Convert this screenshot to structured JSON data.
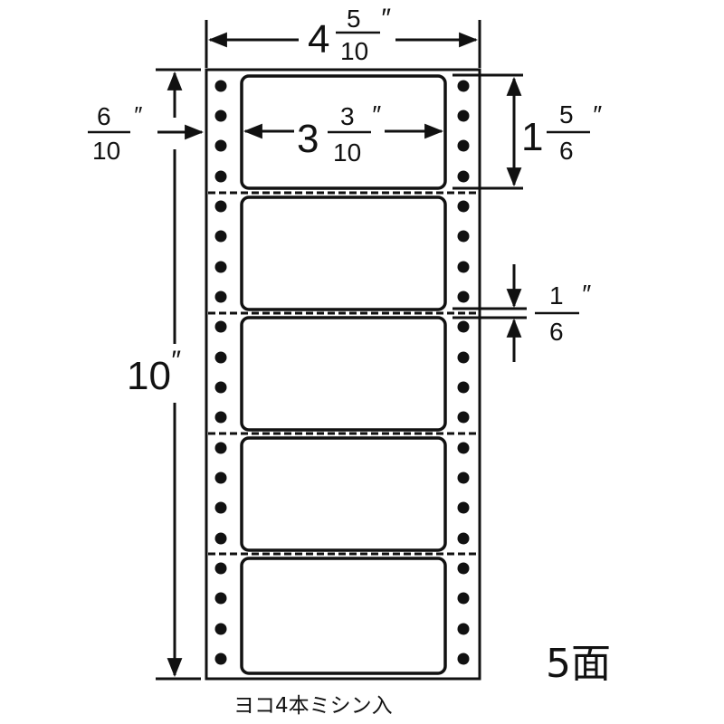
{
  "diagram": {
    "title": "Continuous label sheet dimension diagram",
    "colors": {
      "ink": "#111111",
      "paper": "#ffffff"
    },
    "sheet_width": {
      "whole": "4",
      "numerator": "5",
      "denominator": "10",
      "unit": "″"
    },
    "sheet_length": {
      "whole": "10",
      "unit": "″"
    },
    "left_margin_hole_pitch": {
      "numerator": "6",
      "denominator": "10",
      "unit": "″"
    },
    "label_width": {
      "whole": "3",
      "numerator": "3",
      "denominator": "10",
      "unit": "″"
    },
    "label_pitch": {
      "whole": "1",
      "numerator": "5",
      "denominator": "6",
      "unit": "″"
    },
    "label_gap": {
      "numerator": "1",
      "denominator": "6",
      "unit": "″"
    },
    "labels_per_sheet": "5面",
    "perforation_note": "ヨコ4本ミシン入",
    "label_count": 5,
    "perforation_count": 4,
    "holes_per_side": 20
  }
}
